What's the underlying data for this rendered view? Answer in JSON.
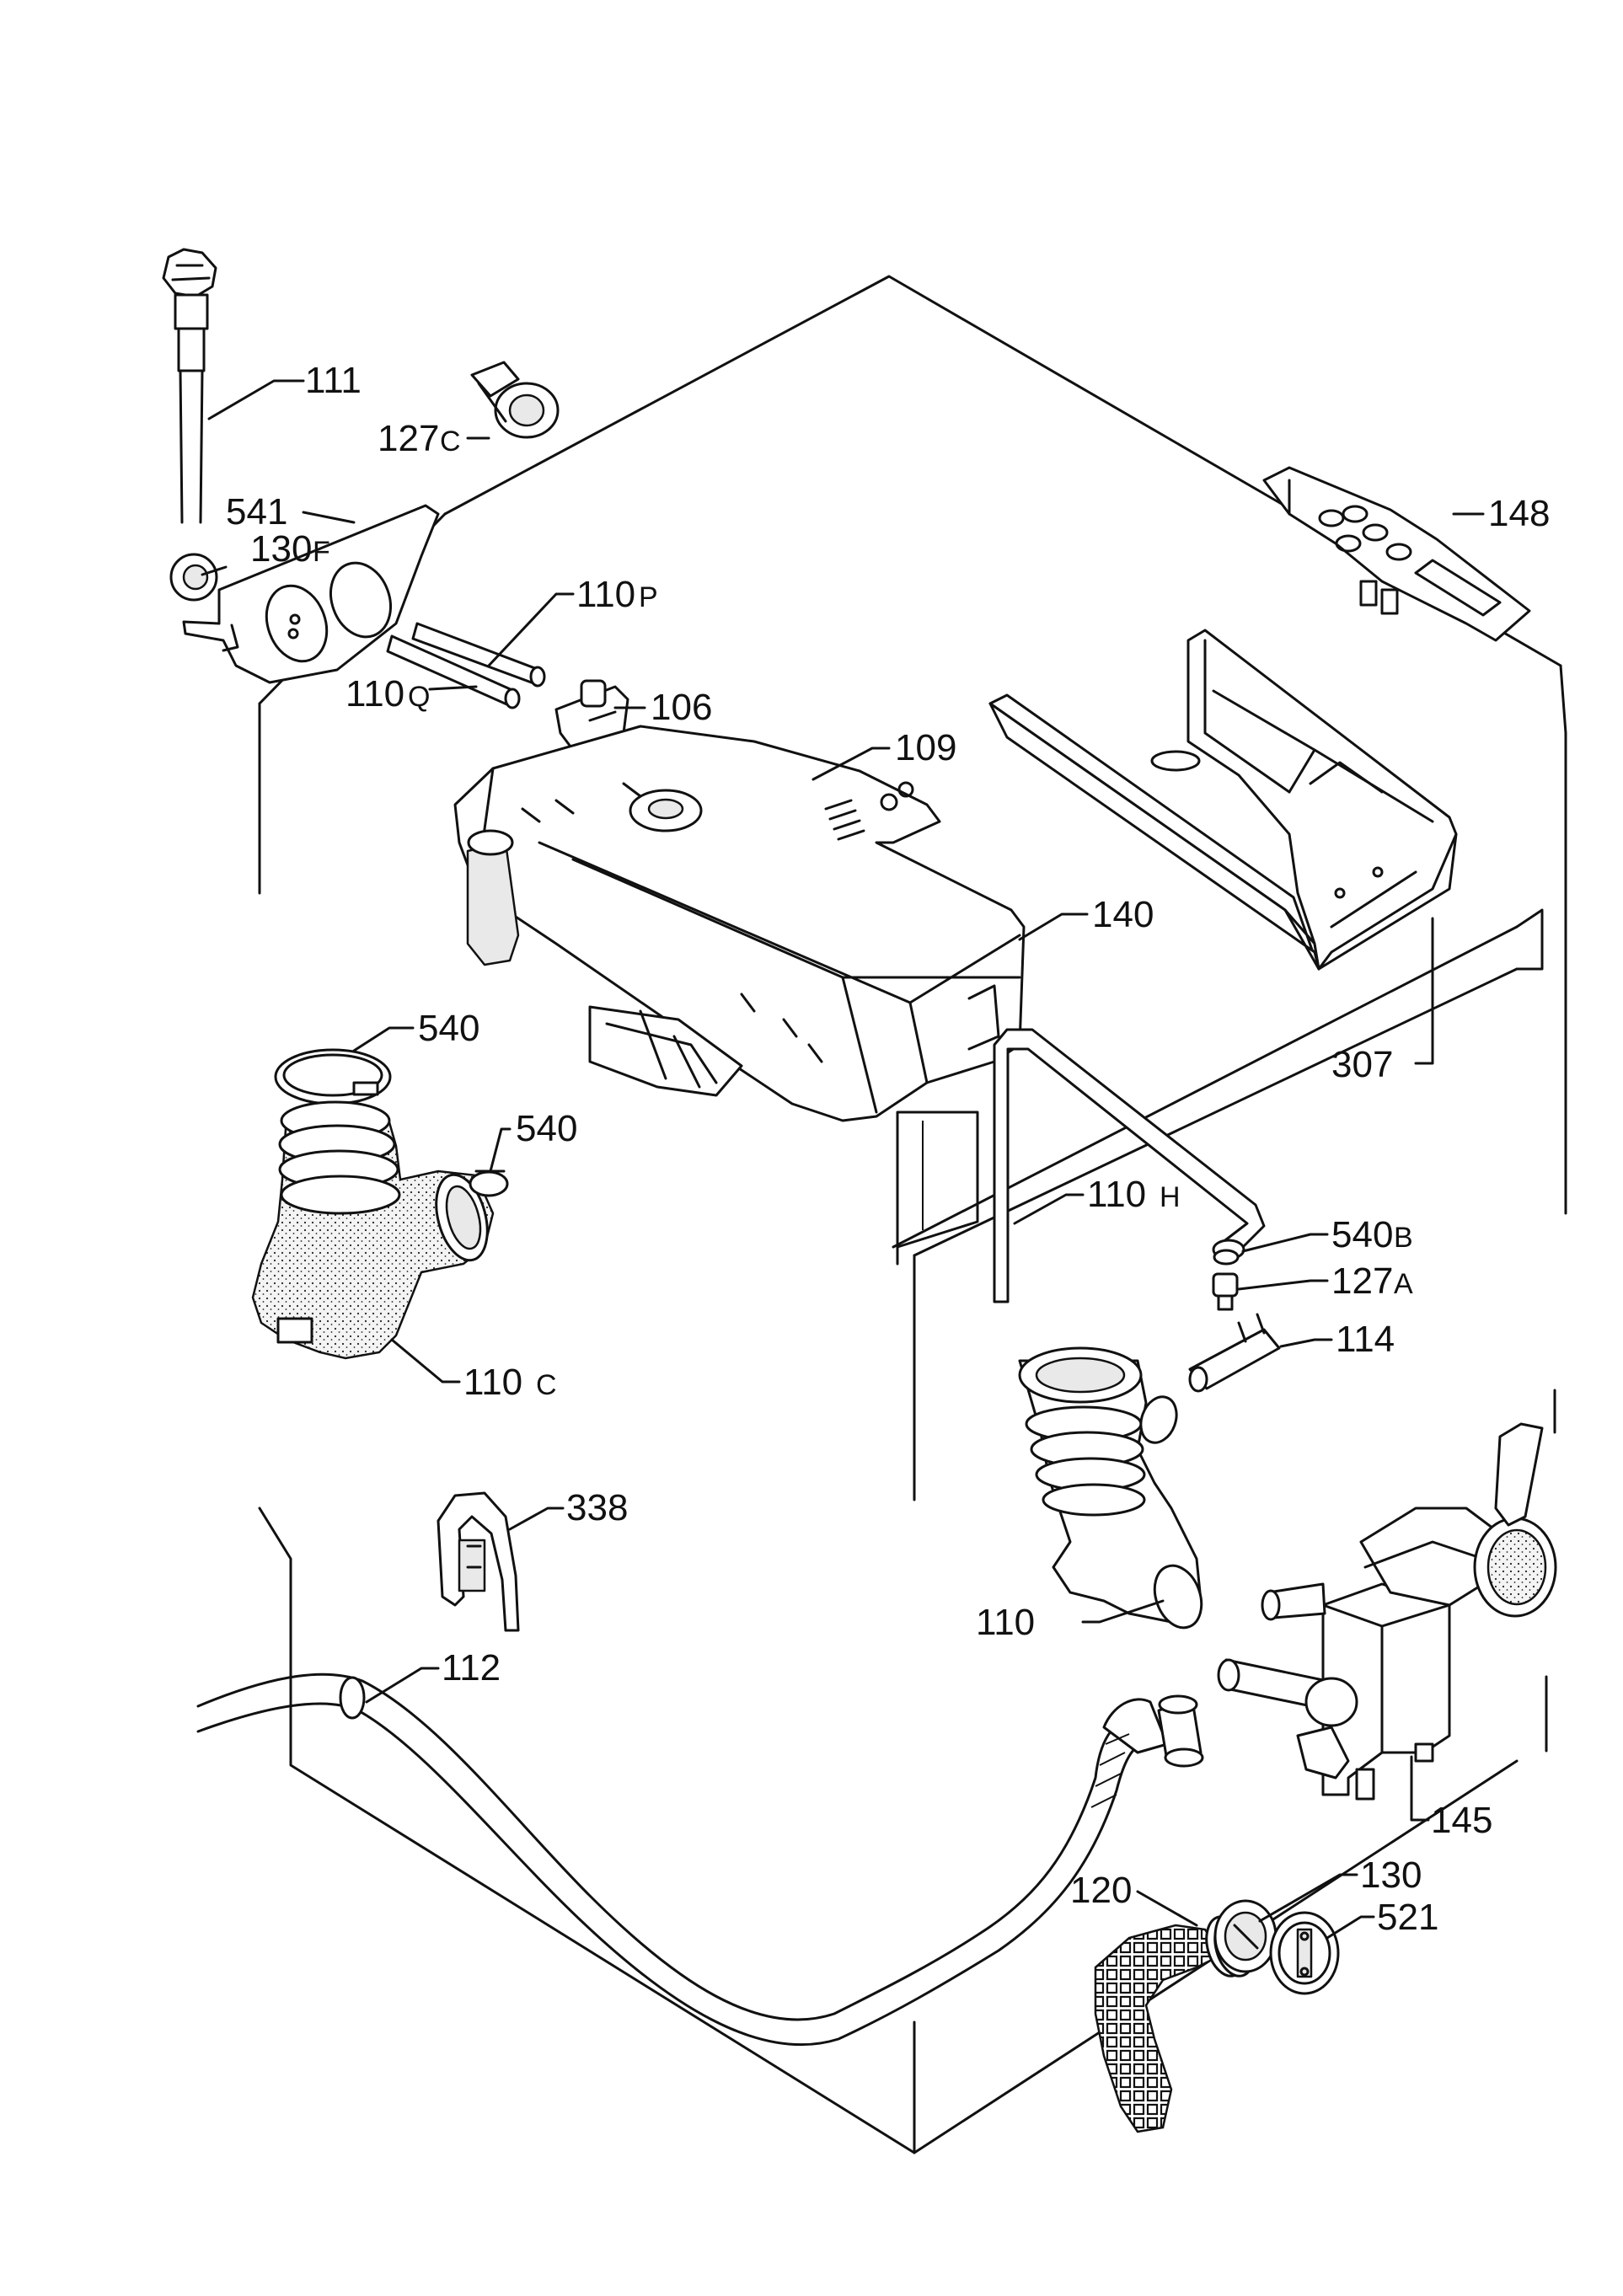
{
  "labels": {
    "l111": "111",
    "l127c": "127",
    "l127c_s": "C",
    "l541": "541",
    "l130f": "130",
    "l130f_s": "F",
    "l110p": "110",
    "l110p_s": "P",
    "l110q": "110",
    "l110q_s": "Q",
    "l106": "106",
    "l109": "109",
    "l148": "148",
    "l140": "140",
    "l307": "307",
    "l540a": "540",
    "l540b": "540",
    "l110h": "110",
    "l110h_s": "H",
    "l540bb": "540",
    "l540bb_s": "B",
    "l127a": "127",
    "l127a_s": "A",
    "l114": "114",
    "l110c": "110",
    "l110c_s": "C",
    "l338": "338",
    "l110": "110",
    "l112": "112",
    "l145": "145",
    "l120": "120",
    "l130": "130",
    "l521": "521"
  }
}
